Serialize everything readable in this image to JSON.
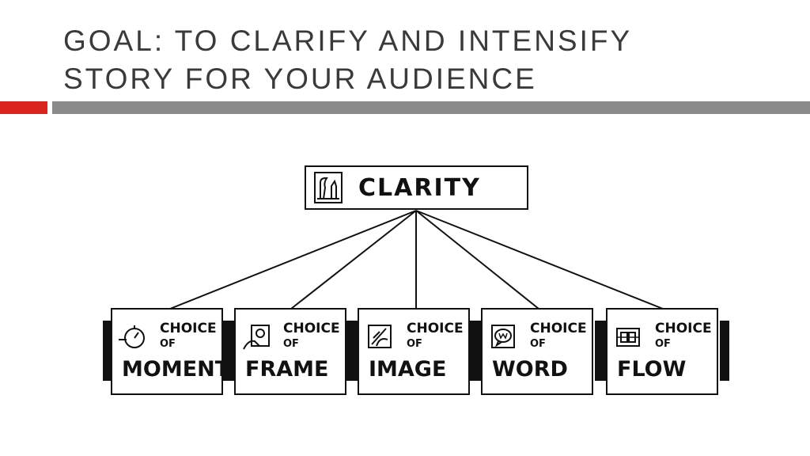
{
  "slide": {
    "title_line1": "GOAL: TO CLARIFY AND INTENSIFY",
    "title_line2": "STORY FOR YOUR AUDIENCE"
  },
  "colors": {
    "accent_red": "#d9251c",
    "divider_gray": "#8a8a8a",
    "title_text": "#3a3a3a"
  },
  "diagram": {
    "root": {
      "label": "CLARITY",
      "icon": "figure-with-buildings-icon"
    },
    "choices": [
      {
        "choice": "CHOICE",
        "of": "OF",
        "label": "MOMENT",
        "icon": "stopwatch-icon"
      },
      {
        "choice": "CHOICE",
        "of": "OF",
        "label": "FRAME",
        "icon": "camera-frame-icon"
      },
      {
        "choice": "CHOICE",
        "of": "OF",
        "label": "IMAGE",
        "icon": "drawing-hand-icon"
      },
      {
        "choice": "CHOICE",
        "of": "OF",
        "label": "WORD",
        "icon": "speech-bubble-icon"
      },
      {
        "choice": "CHOICE",
        "of": "OF",
        "label": "FLOW",
        "icon": "panel-flow-icon"
      }
    ]
  }
}
